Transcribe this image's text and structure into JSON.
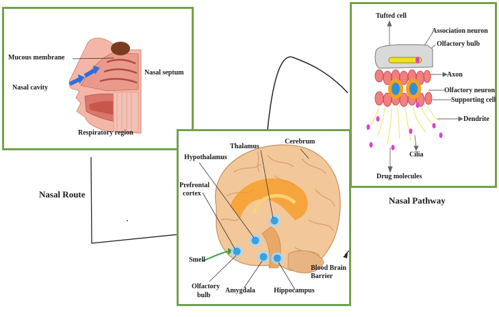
{
  "route_title": "Nasal Route",
  "pathway_title": "Nasal Pathway",
  "nasal_panel": {
    "labels": {
      "mucous": "Mucous membrane",
      "septum": "Nasal septum",
      "cavity": "Nasal cavity",
      "respiratory": "Respiratory region"
    }
  },
  "brain_panel": {
    "labels": {
      "thalamus": "Thalamus",
      "cerebrum": "Cerebrum",
      "hypothalamus": "Hypothalamus",
      "prefrontal": "Prefrontal",
      "cortex": "cortex",
      "smell": "Smell",
      "bbb1": "Blood Brain",
      "bbb2": "Barrier",
      "olf1": "Olfactory",
      "olf2": "bulb",
      "amygdala": "Amygdala",
      "hippocampus": "Hippocampus"
    }
  },
  "pathway_panel": {
    "labels": {
      "tufted": "Tufted cell",
      "association": "Association neuron",
      "bulb": "Olfactory bulb",
      "axon": "Axon",
      "neuron": "Olfactory neuron",
      "supporting": "Supporting cell",
      "dendrite": "Dendrite",
      "cilia": "Cilia",
      "drug": "Drug molecules"
    }
  },
  "colors": {
    "panel_border": "#70a24a",
    "brain_fill": "#f2c79a",
    "highlight_orange": "#f59a1c",
    "marker_blue": "#3f9fd9",
    "membrane_red": "#e04a4a",
    "drug_pink": "#e040d0"
  }
}
